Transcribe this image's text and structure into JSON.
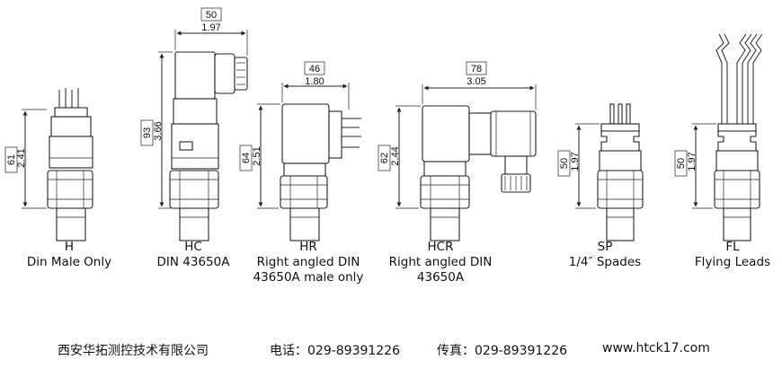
{
  "models": [
    {
      "code": "H",
      "desc": [
        "Din Male Only"
      ],
      "dim_mm": "61",
      "dim_in": "2.41"
    },
    {
      "code": "HC",
      "desc": [
        "DIN 43650A"
      ],
      "dim_mm": "93",
      "dim_in": "3.66",
      "width_mm": "50",
      "width_in": "1.97"
    },
    {
      "code": "HR",
      "desc": [
        "Right angled DIN",
        "43650A male only"
      ],
      "dim_mm": "64",
      "dim_in": "2.51",
      "width_mm": "46",
      "width_in": "1.80"
    },
    {
      "code": "HCR",
      "desc": [
        "Right angled DIN",
        "43650A"
      ],
      "dim_mm": "62",
      "dim_in": "2.44",
      "width_mm": "78",
      "width_in": "3.05"
    },
    {
      "code": "SP",
      "desc": [
        "1/4″ Spades"
      ],
      "dim_mm": "50",
      "dim_in": "1.97"
    },
    {
      "code": "FL",
      "desc": [
        "Flying Leads"
      ],
      "dim_mm": "50",
      "dim_in": "1.97"
    }
  ],
  "footer": {
    "company": "西安华拓测控技术有限公司",
    "phone": "电话：029-89391226",
    "fax": "传真：029-89391226",
    "website": "www.htck17.com"
  }
}
